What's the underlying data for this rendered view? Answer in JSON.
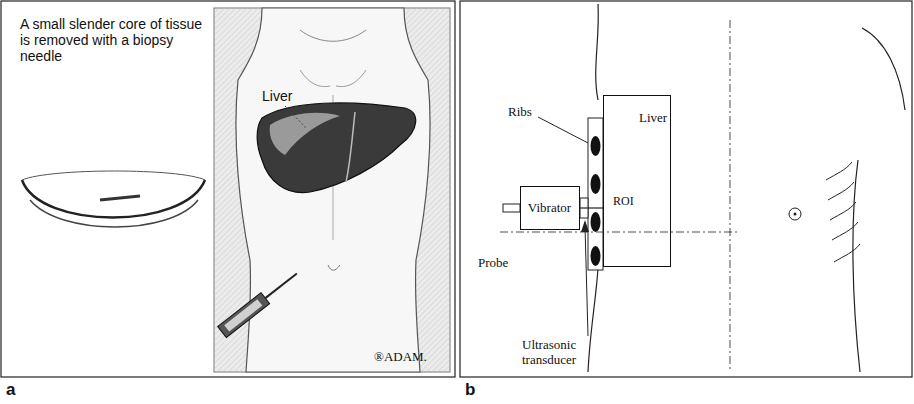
{
  "diagram": {
    "nodes": [
      {
        "text": [
          "Vibrator"
        ]
      },
      {
        "text": [
          "Liver",
          "ROI"
        ]
      }
    ],
    "edges": [
      {
        "from": 0,
        "to": 1,
        "arrow": "none"
      }
    ],
    "labels": [
      "A small slender core of tissue is removed with a biopsy needle",
      "Liver",
      "®ADAM.",
      "a",
      "b",
      "Ribs",
      "Probe",
      "Ultrasonic transducer"
    ]
  }
}
